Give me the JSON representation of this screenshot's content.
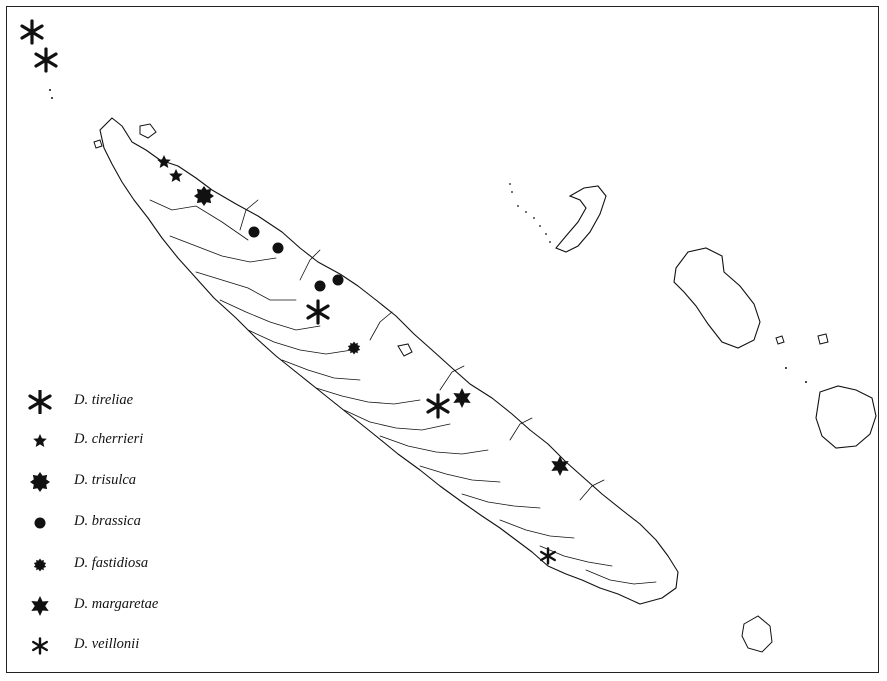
{
  "legend": {
    "items": [
      {
        "id": "tireliae",
        "label": "D. tireliae",
        "symbol": "asterisk-large-icon"
      },
      {
        "id": "cherrieri",
        "label": "D. cherrieri",
        "symbol": "star5-small-icon"
      },
      {
        "id": "trisulca",
        "label": "D. trisulca",
        "symbol": "star8-icon"
      },
      {
        "id": "brassica",
        "label": "D. brassica",
        "symbol": "dot-icon"
      },
      {
        "id": "fastidiosa",
        "label": "D. fastidiosa",
        "symbol": "star10-small-icon"
      },
      {
        "id": "margaretae",
        "label": "D. margaretae",
        "symbol": "star6-icon"
      },
      {
        "id": "veillonii",
        "label": "D. veillonii",
        "symbol": "asterisk-small-icon"
      }
    ]
  },
  "colors": {
    "ink": "#111111",
    "land": "#ffffff",
    "frame": "#222222"
  }
}
